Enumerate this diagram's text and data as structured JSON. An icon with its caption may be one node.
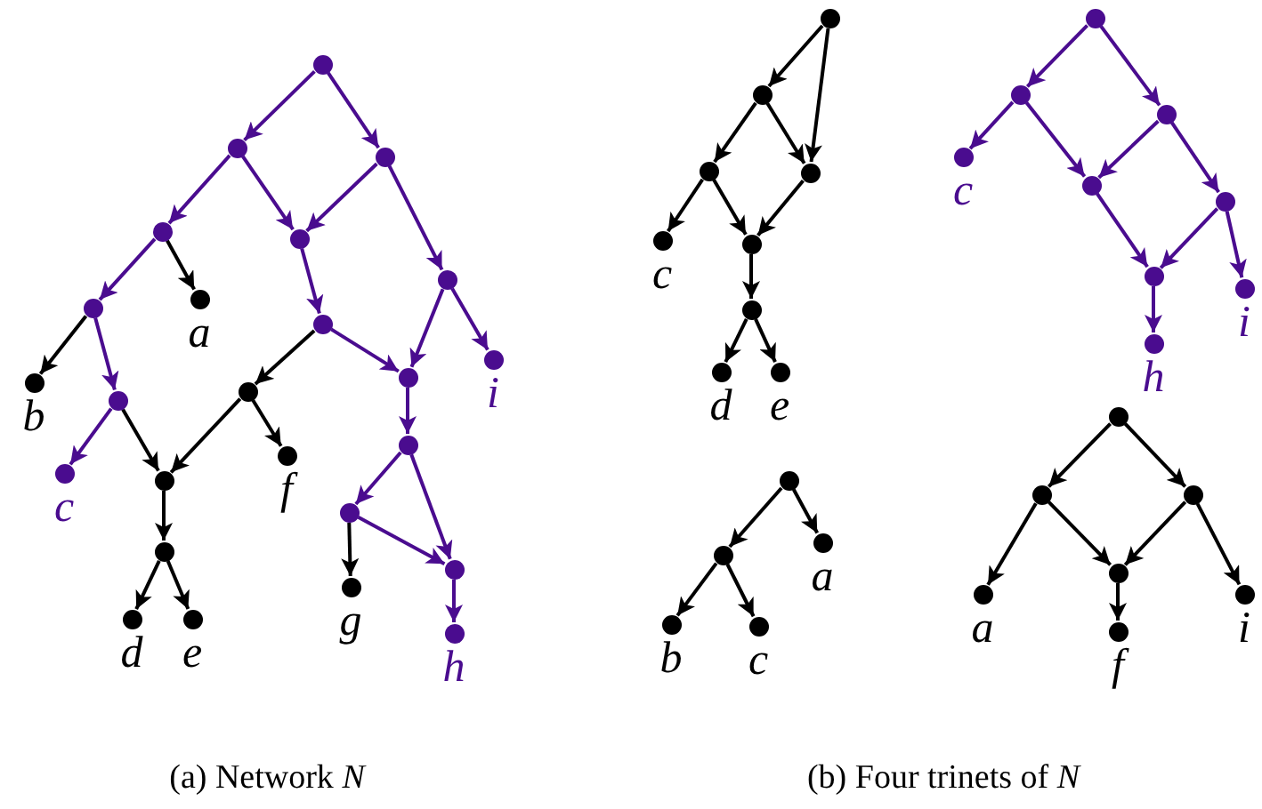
{
  "diagram": {
    "nodes": [
      {
        "text": [],
        "shape": "circle"
      },
      {
        "text": [],
        "shape": "circle"
      },
      {
        "text": [],
        "shape": "circle"
      },
      {
        "text": [],
        "shape": "circle"
      },
      {
        "text": [],
        "shape": "circle"
      },
      {
        "text": [],
        "shape": "circle",
        "beside": [
          "a"
        ]
      },
      {
        "text": [],
        "shape": "circle"
      },
      {
        "text": [],
        "shape": "circle"
      },
      {
        "text": [],
        "shape": "circle"
      },
      {
        "text": [],
        "shape": "circle",
        "beside": [
          "b"
        ]
      },
      {
        "text": [],
        "shape": "circle"
      },
      {
        "text": [],
        "shape": "circle"
      },
      {
        "text": [],
        "shape": "circle"
      },
      {
        "text": [],
        "shape": "circle",
        "beside": [
          "i"
        ]
      },
      {
        "text": [],
        "shape": "circle",
        "beside": [
          "c"
        ]
      },
      {
        "text": [],
        "shape": "circle"
      },
      {
        "text": [],
        "shape": "circle",
        "beside": [
          "f"
        ]
      },
      {
        "text": [],
        "shape": "circle"
      },
      {
        "text": [],
        "shape": "circle"
      },
      {
        "text": [],
        "shape": "circle"
      },
      {
        "text": [],
        "shape": "circle",
        "beside": [
          "d"
        ]
      },
      {
        "text": [],
        "shape": "circle",
        "beside": [
          "e"
        ]
      },
      {
        "text": [],
        "shape": "circle",
        "beside": [
          "g"
        ]
      },
      {
        "text": [],
        "shape": "circle"
      },
      {
        "text": [],
        "shape": "circle",
        "beside": [
          "h"
        ]
      },
      {
        "text": [],
        "shape": "circle"
      },
      {
        "text": [],
        "shape": "circle"
      },
      {
        "text": [],
        "shape": "circle"
      },
      {
        "text": [],
        "shape": "circle"
      },
      {
        "text": [],
        "shape": "circle",
        "beside": [
          "c"
        ]
      },
      {
        "text": [],
        "shape": "circle"
      },
      {
        "text": [],
        "shape": "circle"
      },
      {
        "text": [],
        "shape": "circle",
        "beside": [
          "d"
        ]
      },
      {
        "text": [],
        "shape": "circle",
        "beside": [
          "e"
        ]
      },
      {
        "text": [],
        "shape": "circle"
      },
      {
        "text": [],
        "shape": "circle"
      },
      {
        "text": [],
        "shape": "circle"
      },
      {
        "text": [],
        "shape": "circle",
        "beside": [
          "c"
        ]
      },
      {
        "text": [],
        "shape": "circle"
      },
      {
        "text": [],
        "shape": "circle"
      },
      {
        "text": [],
        "shape": "circle"
      },
      {
        "text": [],
        "shape": "circle",
        "beside": [
          "h"
        ]
      },
      {
        "text": [],
        "shape": "circle",
        "beside": [
          "i"
        ]
      },
      {
        "text": [],
        "shape": "circle"
      },
      {
        "text": [],
        "shape": "circle"
      },
      {
        "text": [],
        "shape": "circle",
        "beside": [
          "a"
        ]
      },
      {
        "text": [],
        "shape": "circle",
        "beside": [
          "b"
        ]
      },
      {
        "text": [],
        "shape": "circle",
        "beside": [
          "c"
        ]
      },
      {
        "text": [],
        "shape": "circle"
      },
      {
        "text": [],
        "shape": "circle"
      },
      {
        "text": [],
        "shape": "circle"
      },
      {
        "text": [],
        "shape": "circle",
        "beside": [
          "a"
        ]
      },
      {
        "text": [],
        "shape": "circle"
      },
      {
        "text": [],
        "shape": "circle",
        "beside": [
          "f"
        ]
      },
      {
        "text": [],
        "shape": "circle",
        "beside": [
          "i"
        ]
      }
    ],
    "edges": [
      {
        "from": 0,
        "to": 1,
        "arrow": "to",
        "color": "#4a0c8f"
      },
      {
        "from": 0,
        "to": 2,
        "arrow": "to",
        "color": "#4a0c8f"
      },
      {
        "from": 1,
        "to": 3,
        "arrow": "to",
        "color": "#4a0c8f"
      },
      {
        "from": 1,
        "to": 4,
        "arrow": "to",
        "color": "#4a0c8f"
      },
      {
        "from": 2,
        "to": 4,
        "arrow": "to",
        "color": "#4a0c8f"
      },
      {
        "from": 2,
        "to": 6,
        "arrow": "to",
        "color": "#4a0c8f"
      },
      {
        "from": 3,
        "to": 7,
        "arrow": "to",
        "color": "#4a0c8f"
      },
      {
        "from": 3,
        "to": 5,
        "arrow": "to"
      },
      {
        "from": 4,
        "to": 8,
        "arrow": "to",
        "color": "#4a0c8f"
      },
      {
        "from": 6,
        "to": 12,
        "arrow": "to",
        "color": "#4a0c8f"
      },
      {
        "from": 6,
        "to": 13,
        "arrow": "to",
        "color": "#4a0c8f"
      },
      {
        "from": 7,
        "to": 9,
        "arrow": "to"
      },
      {
        "from": 7,
        "to": 10,
        "arrow": "to",
        "color": "#4a0c8f"
      },
      {
        "from": 8,
        "to": 11,
        "arrow": "to"
      },
      {
        "from": 8,
        "to": 12,
        "arrow": "to",
        "color": "#4a0c8f"
      },
      {
        "from": 10,
        "to": 14,
        "arrow": "to",
        "color": "#4a0c8f"
      },
      {
        "from": 10,
        "to": 15,
        "arrow": "to"
      },
      {
        "from": 11,
        "to": 15,
        "arrow": "to"
      },
      {
        "from": 11,
        "to": 16,
        "arrow": "to"
      },
      {
        "from": 12,
        "to": 17,
        "arrow": "to",
        "color": "#4a0c8f"
      },
      {
        "from": 15,
        "to": 18,
        "arrow": "to"
      },
      {
        "from": 17,
        "to": 19,
        "arrow": "to",
        "color": "#4a0c8f"
      },
      {
        "from": 17,
        "to": 23,
        "arrow": "to",
        "color": "#4a0c8f"
      },
      {
        "from": 18,
        "to": 20,
        "arrow": "to"
      },
      {
        "from": 18,
        "to": 21,
        "arrow": "to"
      },
      {
        "from": 19,
        "to": 22,
        "arrow": "to"
      },
      {
        "from": 19,
        "to": 23,
        "arrow": "to",
        "color": "#4a0c8f"
      },
      {
        "from": 23,
        "to": 24,
        "arrow": "to",
        "color": "#4a0c8f"
      },
      {
        "from": 25,
        "to": 26,
        "arrow": "to"
      },
      {
        "from": 25,
        "to": 28,
        "arrow": "to"
      },
      {
        "from": 26,
        "to": 27,
        "arrow": "to"
      },
      {
        "from": 26,
        "to": 28,
        "arrow": "to"
      },
      {
        "from": 27,
        "to": 29,
        "arrow": "to"
      },
      {
        "from": 27,
        "to": 30,
        "arrow": "to"
      },
      {
        "from": 28,
        "to": 30,
        "arrow": "to"
      },
      {
        "from": 30,
        "to": 31,
        "arrow": "to"
      },
      {
        "from": 31,
        "to": 32,
        "arrow": "to"
      },
      {
        "from": 31,
        "to": 33,
        "arrow": "to"
      },
      {
        "from": 34,
        "to": 35,
        "arrow": "to",
        "color": "#4a0c8f"
      },
      {
        "from": 34,
        "to": 36,
        "arrow": "to",
        "color": "#4a0c8f"
      },
      {
        "from": 35,
        "to": 37,
        "arrow": "to",
        "color": "#4a0c8f"
      },
      {
        "from": 35,
        "to": 38,
        "arrow": "to",
        "color": "#4a0c8f"
      },
      {
        "from": 36,
        "to": 38,
        "arrow": "to",
        "color": "#4a0c8f"
      },
      {
        "from": 36,
        "to": 39,
        "arrow": "to",
        "color": "#4a0c8f"
      },
      {
        "from": 38,
        "to": 40,
        "arrow": "to",
        "color": "#4a0c8f"
      },
      {
        "from": 39,
        "to": 40,
        "arrow": "to",
        "color": "#4a0c8f"
      },
      {
        "from": 39,
        "to": 42,
        "arrow": "to",
        "color": "#4a0c8f"
      },
      {
        "from": 40,
        "to": 41,
        "arrow": "to",
        "color": "#4a0c8f"
      },
      {
        "from": 43,
        "to": 44,
        "arrow": "to"
      },
      {
        "from": 43,
        "to": 45,
        "arrow": "to"
      },
      {
        "from": 44,
        "to": 46,
        "arrow": "to"
      },
      {
        "from": 44,
        "to": 47,
        "arrow": "to"
      },
      {
        "from": 48,
        "to": 49,
        "arrow": "to"
      },
      {
        "from": 48,
        "to": 50,
        "arrow": "to"
      },
      {
        "from": 49,
        "to": 51,
        "arrow": "to"
      },
      {
        "from": 49,
        "to": 52,
        "arrow": "to"
      },
      {
        "from": 50,
        "to": 52,
        "arrow": "to"
      },
      {
        "from": 50,
        "to": 54,
        "arrow": "to"
      },
      {
        "from": 52,
        "to": 53,
        "arrow": "to"
      }
    ],
    "labels": [
      "(a) Network *N*",
      "(b) Four trinets of *N*"
    ]
  }
}
